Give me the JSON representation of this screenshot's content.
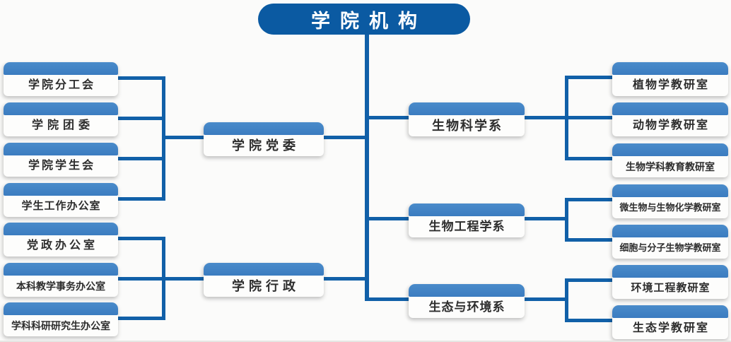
{
  "root": {
    "label": "学院机构"
  },
  "tree": {
    "left": {
      "party": {
        "label": "学院党委",
        "children": [
          "学院分工会",
          "学院团委",
          "学院学生会",
          "学生工作办公室"
        ]
      },
      "admin": {
        "label": "学院行政",
        "children": [
          "党政办公室",
          "本科教学事务办公室",
          "学科科研研究生办公室"
        ]
      }
    },
    "right": {
      "bio_science": {
        "label": "生物科学系",
        "children": [
          "植物学教研室",
          "动物学教研室",
          "生物学科教育教研室"
        ]
      },
      "bio_engineering": {
        "label": "生物工程学系",
        "children": [
          "微生物与生物化学教研室",
          "细胞与分子生物学教研室"
        ]
      },
      "eco_environment": {
        "label": "生态与环境系",
        "children": [
          "环境工程教研室",
          "生态学教研室"
        ]
      }
    }
  },
  "colors": {
    "root_fill": "#0b5aa2",
    "header_bar_blue": "#3e81c4",
    "connector_blue": "#1160a8",
    "card_background": "#fdfdfc",
    "label_text": "#2d2d2d"
  }
}
